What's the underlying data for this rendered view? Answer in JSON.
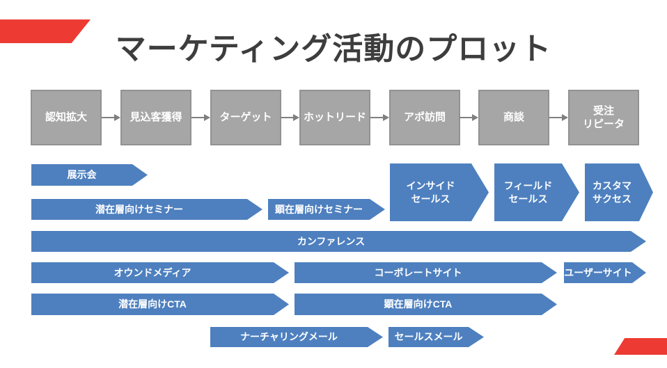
{
  "title": "マーケティング活動のプロット",
  "colors": {
    "accent_red": "#ed3b33",
    "activity_blue": "#4e80bf",
    "stage_gray": "#a6a6a6",
    "stage_border_gray": "#929292",
    "flow_arrow_gray": "#7f7f7f",
    "title_text": "#3d3d3d",
    "label_text": "#ffffff"
  },
  "funnel": {
    "stages": [
      {
        "label": "認知拡大"
      },
      {
        "label": "見込客獲得"
      },
      {
        "label": "ターゲット"
      },
      {
        "label": "ホットリード"
      },
      {
        "label": "アポ訪問"
      },
      {
        "label": "商談"
      },
      {
        "label": "受注\nリピータ"
      }
    ]
  },
  "activities": [
    {
      "label": "展示会"
    },
    {
      "label": "潜在層向けセミナー"
    },
    {
      "label": "顕在層向けセミナー"
    },
    {
      "label": "インサイド\nセールス"
    },
    {
      "label": "フィールド\nセールス"
    },
    {
      "label": "カスタマ\nサクセス"
    },
    {
      "label": "カンファレンス"
    },
    {
      "label": "オウンドメディア"
    },
    {
      "label": "コーポレートサイト"
    },
    {
      "label": "ユーザーサイト"
    },
    {
      "label": "潜在層向けCTA"
    },
    {
      "label": "顕在層向けCTA"
    },
    {
      "label": "ナーチャリングメール"
    },
    {
      "label": "セールスメール"
    }
  ]
}
